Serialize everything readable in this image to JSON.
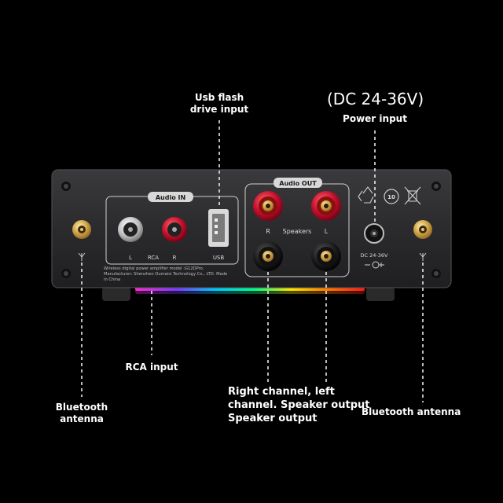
{
  "callouts": {
    "usb": {
      "lines": [
        "Usb flash",
        "drive input"
      ]
    },
    "power": {
      "voltage": "(DC 24-36V)",
      "label": "Power input"
    },
    "rca": {
      "label": "RCA input"
    },
    "bt_left": {
      "lines": [
        "Bluetooth",
        "antenna"
      ]
    },
    "speaker": {
      "lines": [
        "Right channel, left",
        "channel. Speaker output",
        "Speaker output"
      ]
    },
    "bt_right": {
      "label": "Bluetooth antenna"
    }
  },
  "panel": {
    "audio_in": "Audio IN",
    "audio_out": "Audio OUT",
    "rca_l": "L",
    "rca": "RCA",
    "rca_r": "R",
    "usb": "USB",
    "spk_r": "R",
    "speakers": "Speakers",
    "spk_l": "L",
    "dc_label": "DC 24-36V",
    "badge_10": "10",
    "info": [
      "Wireless digital power amplifier model :G12DPro.",
      "Manufacturer: Shenzhen Oumaisi Technology Co., LTD. Made",
      "in China"
    ]
  },
  "colors": {
    "background": "#000000",
    "chassis": "#2c2c2e",
    "gold": "#d4a84a",
    "red_jack": "#c8102e",
    "led_strip": [
      "#ff2bd6",
      "#7a3cff",
      "#00c8ff",
      "#00ff88",
      "#ffe600",
      "#ff7a00",
      "#ff1a1a"
    ]
  }
}
